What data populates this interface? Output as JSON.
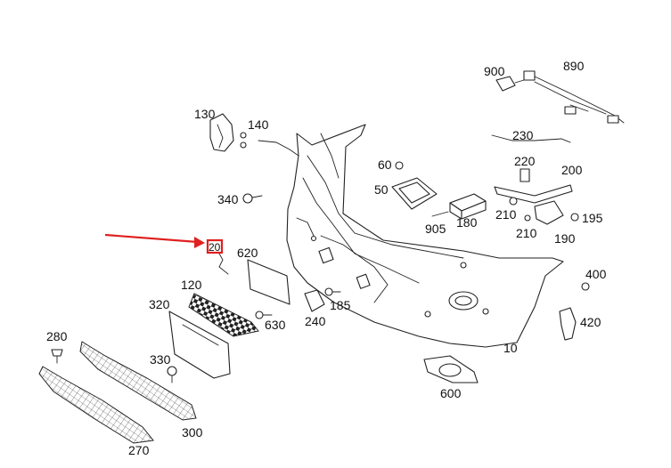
{
  "callouts": {
    "p900": "900",
    "p890": "890",
    "p130": "130",
    "p140": "140",
    "p230": "230",
    "p60": "60",
    "p220": "220",
    "p200": "200",
    "p50": "50",
    "p340": "340",
    "p210a": "210",
    "p195": "195",
    "p905": "905",
    "p180": "180",
    "p210b": "210",
    "p190": "190",
    "p20": "20",
    "p620": "620",
    "p400": "400",
    "p120": "120",
    "p185": "185",
    "p320": "320",
    "p630": "630",
    "p240": "240",
    "p420": "420",
    "p280": "280",
    "p10": "10",
    "p330": "330",
    "p600": "600",
    "p300": "300",
    "p270": "270"
  },
  "highlight": {
    "callout": "20",
    "color": "#e02020"
  }
}
